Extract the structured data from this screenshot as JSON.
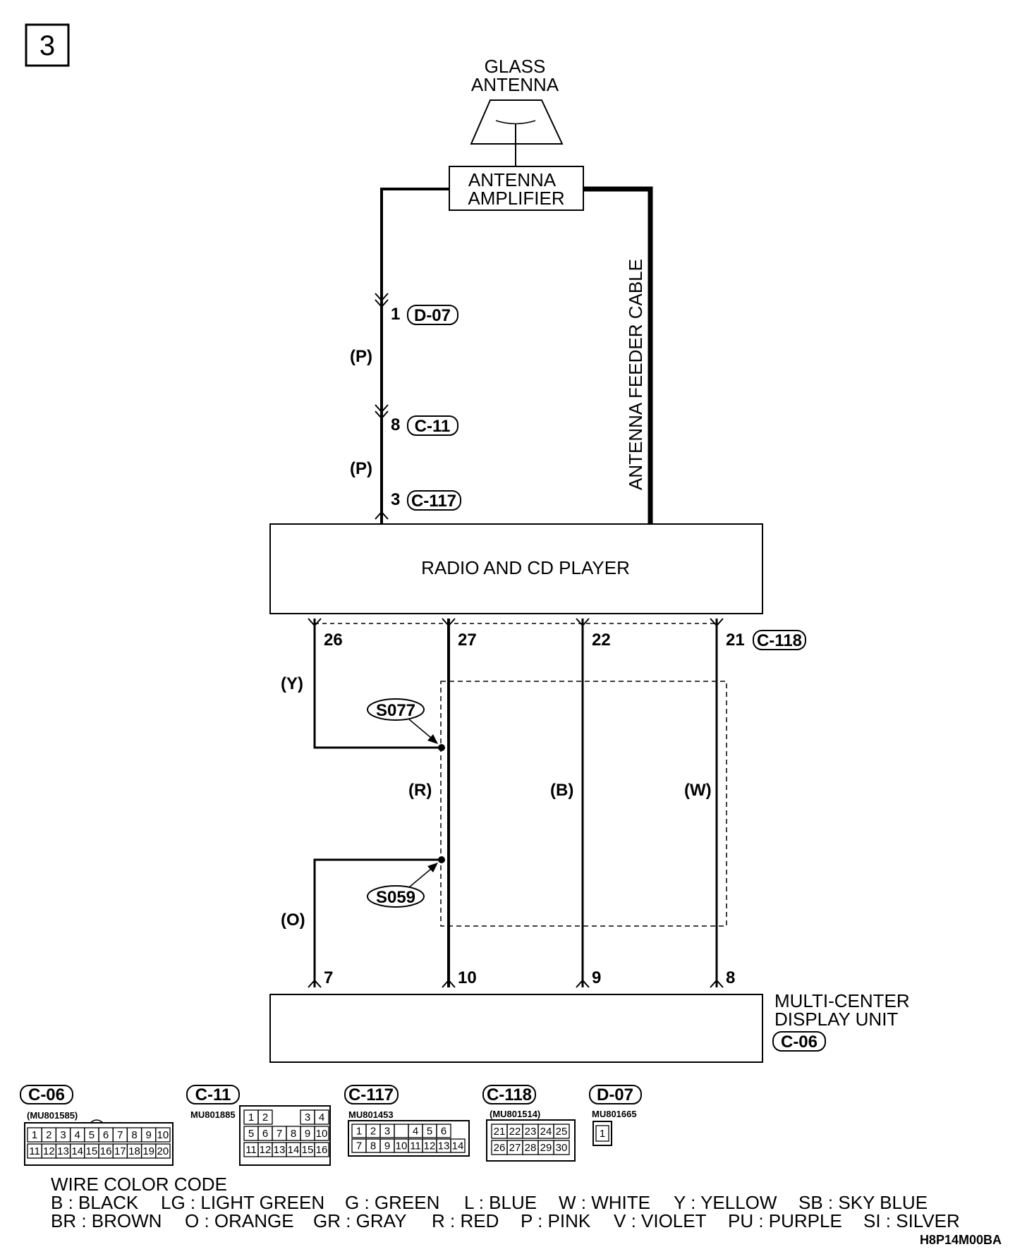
{
  "page_number": "3",
  "components": {
    "glass_antenna": [
      "GLASS",
      "ANTENNA"
    ],
    "antenna_amplifier": [
      "ANTENNA",
      "AMPLIFIER"
    ],
    "radio_cd_player": "RADIO AND CD PLAYER",
    "mcd_unit": [
      "MULTI-CENTER",
      "DISPLAY UNIT"
    ],
    "mcd_connector": "C-06"
  },
  "feeder_cable_label": "ANTENNA FEEDER CABLE",
  "antenna_path": {
    "pins": [
      {
        "pin": "1",
        "connector": "D-07"
      },
      {
        "pin": "8",
        "connector": "C-11"
      },
      {
        "pin": "3",
        "connector": "C-117"
      }
    ],
    "wire_colors": [
      "(P)",
      "(P)"
    ]
  },
  "radio_connector": {
    "connector": "C-118",
    "pins": [
      "26",
      "27",
      "22",
      "21"
    ]
  },
  "mcd_pins": [
    "7",
    "10",
    "9",
    "8"
  ],
  "wire_colors_lower": [
    "(Y)",
    "(R)",
    "(B)",
    "(W)",
    "(O)"
  ],
  "splices": [
    "S077",
    "S059"
  ],
  "connector_views": [
    {
      "name": "C-06",
      "part": "(MU801585)",
      "rows": [
        [
          "1",
          "2",
          "3",
          "4",
          "5",
          "6",
          "7",
          "8",
          "9",
          "10"
        ],
        [
          "11",
          "12",
          "13",
          "14",
          "15",
          "16",
          "17",
          "18",
          "19",
          "20"
        ]
      ]
    },
    {
      "name": "C-11",
      "part": "MU801885",
      "rows": [
        [
          "1",
          "2",
          "",
          "",
          "3",
          "4"
        ],
        [
          "5",
          "6",
          "7",
          "8",
          "9",
          "10"
        ],
        [
          "11",
          "12",
          "13",
          "14",
          "15",
          "16"
        ]
      ]
    },
    {
      "name": "C-117",
      "part": "MU801453",
      "rows": [
        [
          "1",
          "2",
          "3",
          "",
          "4",
          "5",
          "6"
        ],
        [
          "7",
          "8",
          "9",
          "10",
          "11",
          "12",
          "13",
          "14"
        ]
      ]
    },
    {
      "name": "C-118",
      "part": "(MU801514)",
      "rows": [
        [
          "21",
          "22",
          "23",
          "24",
          "25"
        ],
        [
          "26",
          "27",
          "28",
          "29",
          "30"
        ]
      ]
    },
    {
      "name": "D-07",
      "part": "MU801665",
      "rows": [
        [
          "1"
        ]
      ]
    }
  ],
  "wire_color_code": {
    "title": "WIRE COLOR CODE",
    "line1": [
      "B : BLACK",
      "LG : LIGHT GREEN",
      "G : GREEN",
      "L : BLUE",
      "W : WHITE",
      "Y : YELLOW",
      "SB : SKY BLUE"
    ],
    "line2": [
      "BR : BROWN",
      "O : ORANGE",
      "GR : GRAY",
      "R : RED",
      "P : PINK",
      "V : VIOLET",
      "PU : PURPLE",
      "SI : SILVER"
    ]
  },
  "figure_code": "H8P14M00BA"
}
